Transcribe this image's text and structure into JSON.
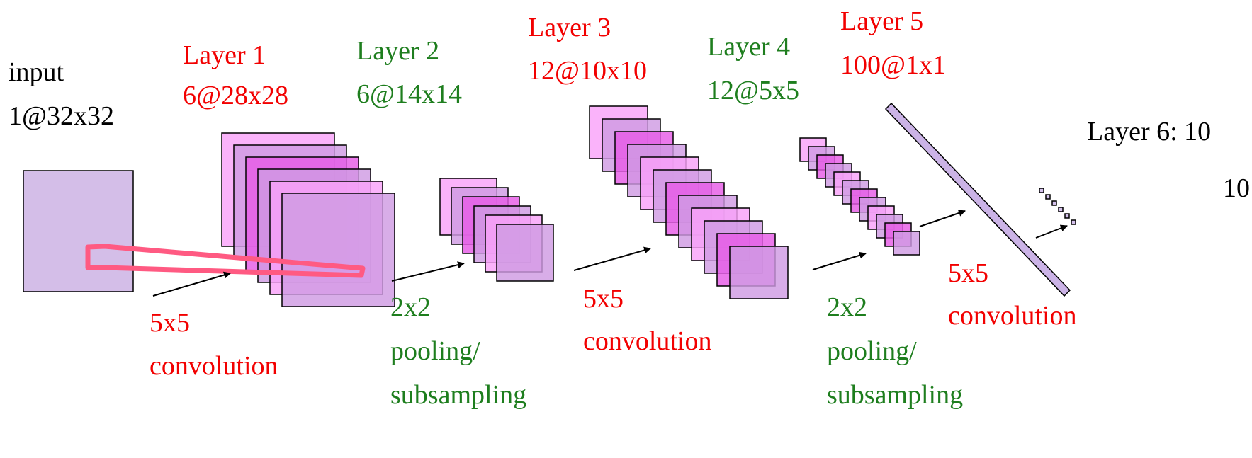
{
  "colors": {
    "conv_text": "#f20000",
    "pool_text": "#1e7e1e",
    "black_text": "#000000",
    "input_fill": "#d4bee8",
    "map_fill_light": "#f9a2f9",
    "map_fill_mid": "#e65ce6",
    "map_fill_lavender": "#cf9be3",
    "receptive_field": "#ff5a82"
  },
  "input": {
    "title": "input",
    "size": "1@32x32"
  },
  "layer1": {
    "title": "Layer 1",
    "size": "6@28x28"
  },
  "layer2": {
    "title": "Layer 2",
    "size": "6@14x14"
  },
  "layer3": {
    "title": "Layer 3",
    "size": "12@10x10"
  },
  "layer4": {
    "title": "Layer 4",
    "size": "12@5x5"
  },
  "layer5": {
    "title": "Layer 5",
    "size": "100@1x1"
  },
  "layer6": {
    "title": "Layer 6: 10",
    "count": "10"
  },
  "ops": {
    "conv1": {
      "kernel": "5x5",
      "name": "convolution"
    },
    "pool1": {
      "kernel": "2x2",
      "name1": "pooling/",
      "name2": "subsampling"
    },
    "conv2": {
      "kernel": "5x5",
      "name": "convolution"
    },
    "pool2": {
      "kernel": "2x2",
      "name1": "pooling/",
      "name2": "subsampling"
    },
    "conv3": {
      "kernel": "5x5",
      "name": "convolution"
    }
  },
  "maps": {
    "layer1": 6,
    "layer2": 6,
    "layer3": 12,
    "layer4": 12,
    "output_units": 6
  }
}
